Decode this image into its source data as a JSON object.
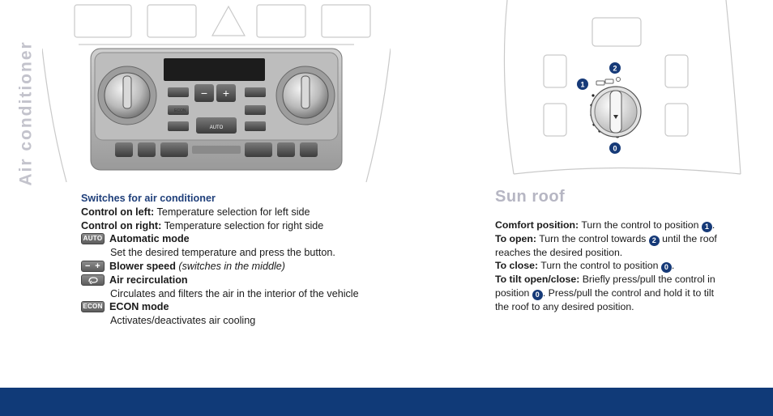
{
  "side_title": "Air conditioner",
  "ac_panel_labels": {
    "auto": "AUTO",
    "econ": "ECON"
  },
  "ac": {
    "heading": "Switches for air conditioner",
    "left_label": "Control on left:",
    "left_text": " Temperature selection for left side",
    "right_label": "Control on right:",
    "right_text": " Temperature selection for right side",
    "items": [
      {
        "icon_text": "AUTO",
        "title": "Automatic mode",
        "desc": "Set the desired temperature and press the button."
      },
      {
        "icon_minus": "−",
        "icon_plus": "+",
        "title": "Blower speed",
        "title_note": " (switches in the middle)"
      },
      {
        "title": "Air recirculation",
        "desc": "Circulates and filters the air in the interior of the vehicle"
      },
      {
        "icon_text": "ECON",
        "title": "ECON mode",
        "desc": "Activates/deactivates air cooling"
      }
    ]
  },
  "sunroof": {
    "title": "Sun roof",
    "markers": [
      "1",
      "2",
      "0"
    ],
    "comfort_label": "Comfort position:",
    "comfort_text": " Turn the control to position ",
    "open_label": "To open:",
    "open_text_a": " Turn the control towards ",
    "open_text_b": " until the roof reaches the desired position.",
    "close_label": "To close:",
    "close_text": " Turn the control to position ",
    "tilt_label": "To tilt open/close:",
    "tilt_text_a": " Briefly press/pull the control in position ",
    "tilt_text_b": ". Press/pull the control and hold it to tilt the roof to any desired position."
  },
  "colors": {
    "heading_blue": "#1f3f7a",
    "footer_blue": "#103a78",
    "side_title_gray": "#c3c3cc"
  }
}
